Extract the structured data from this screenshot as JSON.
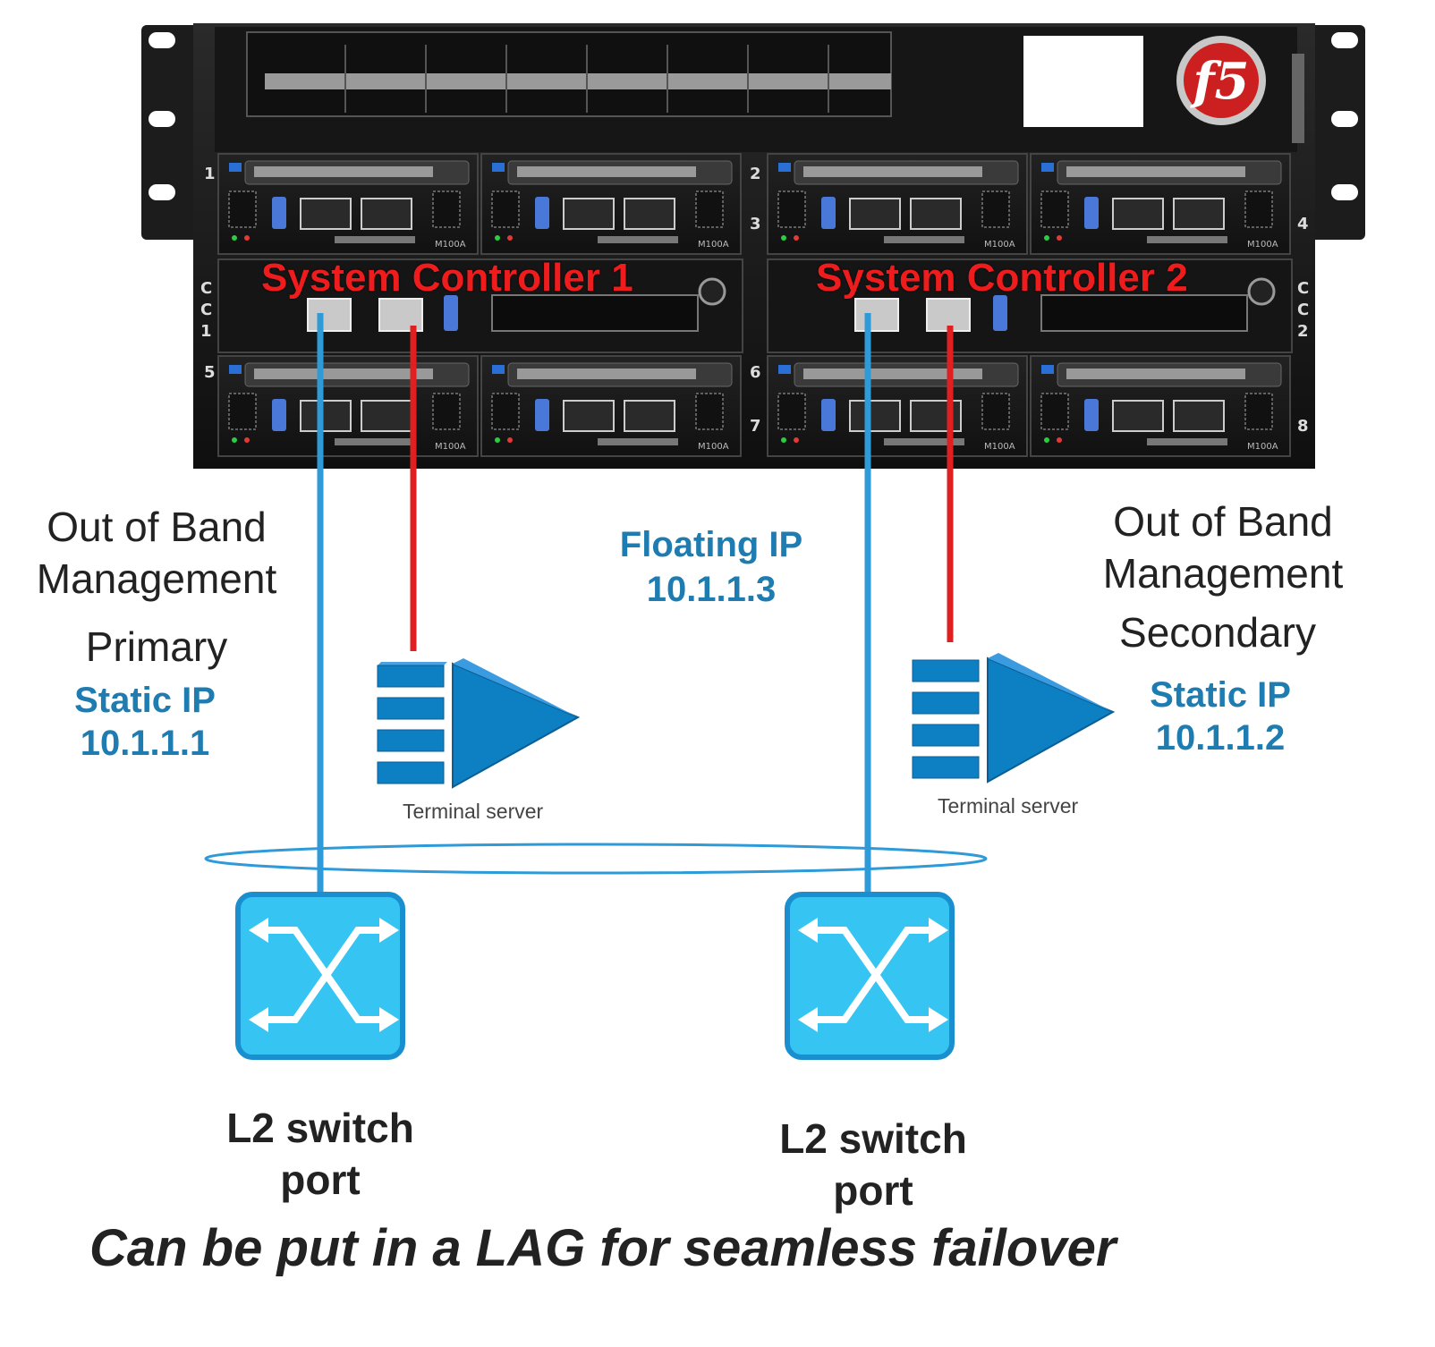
{
  "chassis": {
    "logo_text": "f5",
    "slot_numbers": [
      "1",
      "2",
      "3",
      "4",
      "5",
      "6",
      "7",
      "8"
    ],
    "cc1_label": [
      "C",
      "C",
      "1"
    ],
    "cc2_label": [
      "C",
      "C",
      "2"
    ],
    "blade_model": "M100A"
  },
  "controllers": {
    "sc1": "System Controller 1",
    "sc2": "System Controller 2"
  },
  "left": {
    "title_line1": "Out of Band",
    "title_line2": "Management",
    "role": "Primary",
    "ip_label": "Static IP",
    "ip": "10.1.1.1",
    "terminal_label": "Terminal server"
  },
  "right": {
    "title_line1": "Out of Band",
    "title_line2": "Management",
    "role": "Secondary",
    "ip_label": "Static IP",
    "ip": "10.1.1.2",
    "terminal_label": "Terminal server"
  },
  "floating": {
    "label": "Floating IP",
    "ip": "10.1.1.3"
  },
  "switches": {
    "left_line1": "L2 switch",
    "left_line2": "port",
    "right_line1": "L2 switch",
    "right_line2": "port"
  },
  "footer": "Can be put in a LAG for seamless failover",
  "colors": {
    "mgmt_cable": "#2f9ad8",
    "console_cable": "#e02020",
    "switch_fill": "#36c4f2",
    "switch_border": "#1a8fd0",
    "terminal_fill": "#0d7fc3",
    "chassis": "#1a1a1a"
  }
}
